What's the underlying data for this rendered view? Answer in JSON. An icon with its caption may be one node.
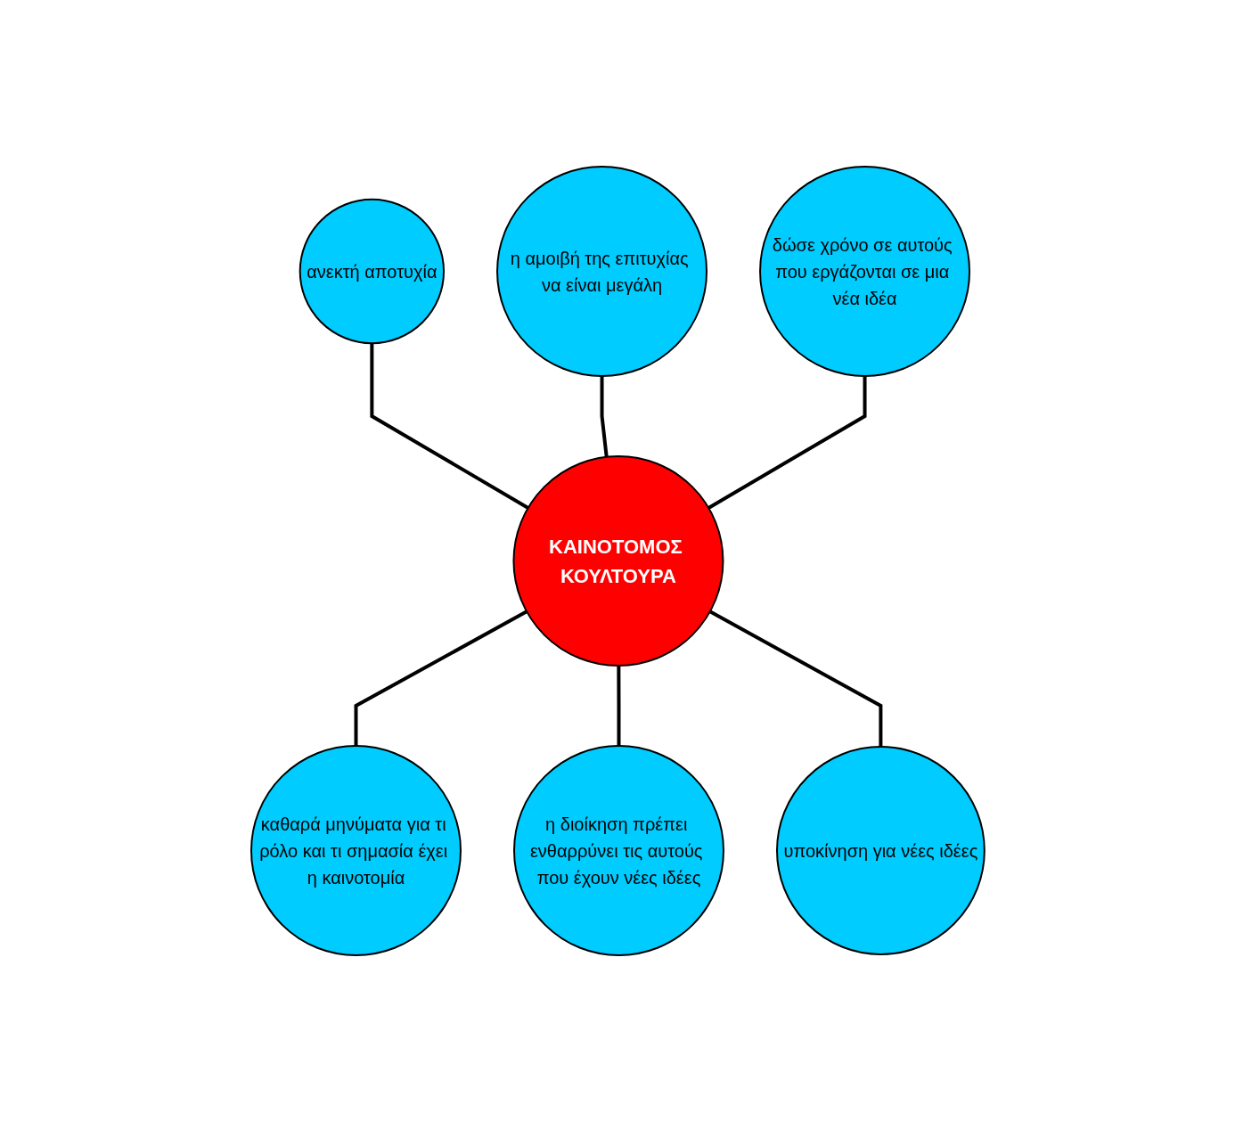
{
  "diagram": {
    "nodes": [
      {
        "text": [
          "ανεκτή αποτυχία"
        ]
      },
      {
        "text": [
          "η αμοιβή της επιτυχίας να είναι μεγάλη"
        ]
      },
      {
        "text": [
          "δώσε χρόνο σε αυτούς που εργάζονται σε μια νέα ιδέα"
        ]
      },
      {
        "text": [
          "ΚΑΙΝΟΤΟΜΟΣ ΚΟΥΛΤΟΥΡΑ"
        ]
      },
      {
        "text": [
          "καθαρά μηνύματα για τι ρόλο και τι σημασία έχει η καινοτομία"
        ]
      },
      {
        "text": [
          "η διοίκηση πρέπει ενθαρρύνει τις αυτούς που έχουν νέες ιδέες"
        ]
      },
      {
        "text": [
          "υποκίνηση για νέες ιδέες"
        ]
      }
    ],
    "edges": [
      {
        "from": 0,
        "to": 3,
        "arrow": "none"
      },
      {
        "from": 1,
        "to": 3,
        "arrow": "none"
      },
      {
        "from": 2,
        "to": 3,
        "arrow": "none"
      },
      {
        "from": 3,
        "to": 4,
        "arrow": "none"
      },
      {
        "from": 3,
        "to": 5,
        "arrow": "none"
      },
      {
        "from": 3,
        "to": 6,
        "arrow": "none"
      }
    ]
  }
}
